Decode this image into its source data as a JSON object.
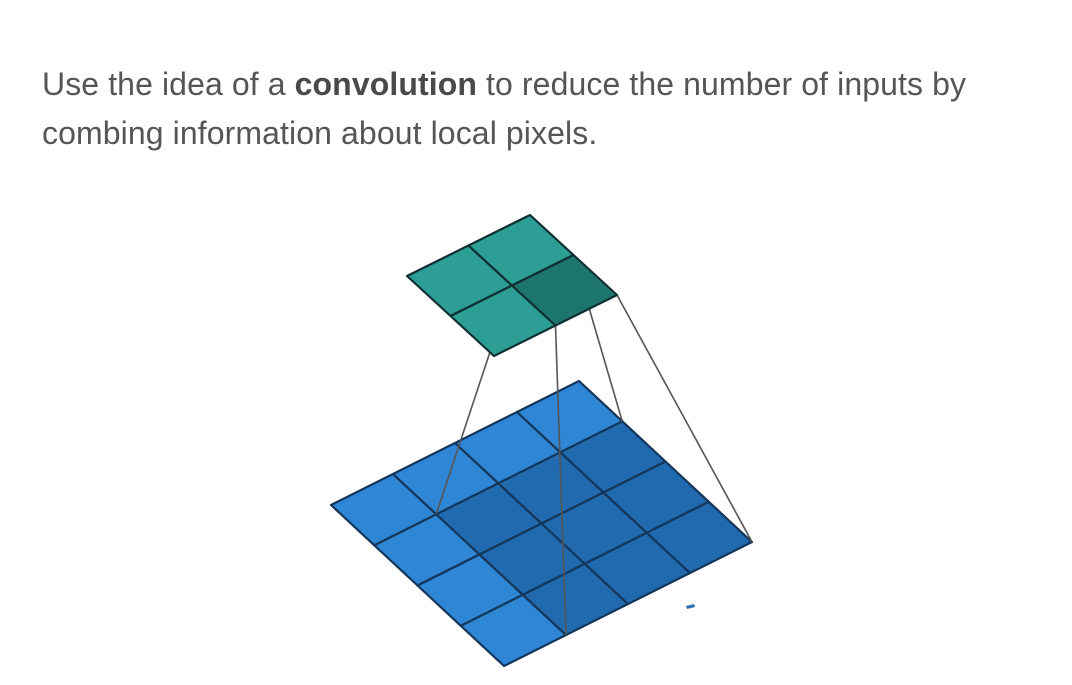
{
  "caption": {
    "before": "Use the idea of a ",
    "bold": "convolution",
    "after": " to reduce the number of inputs by combing information about local pixels."
  },
  "diagram": {
    "input_grid": {
      "rows": 4,
      "cols": 4,
      "kernel_rows": 3,
      "kernel_cols": 3
    },
    "output_grid": {
      "rows": 2,
      "cols": 2,
      "highlighted_cell": [
        1,
        1
      ]
    },
    "colors": {
      "input_cell": "#2e86d4",
      "input_cell_highlight": "#216ab0",
      "output_cell": "#2d9e95",
      "output_cell_highlight": "#1d766e",
      "grid_line": "#13365a",
      "projection_line": "#555555"
    }
  }
}
